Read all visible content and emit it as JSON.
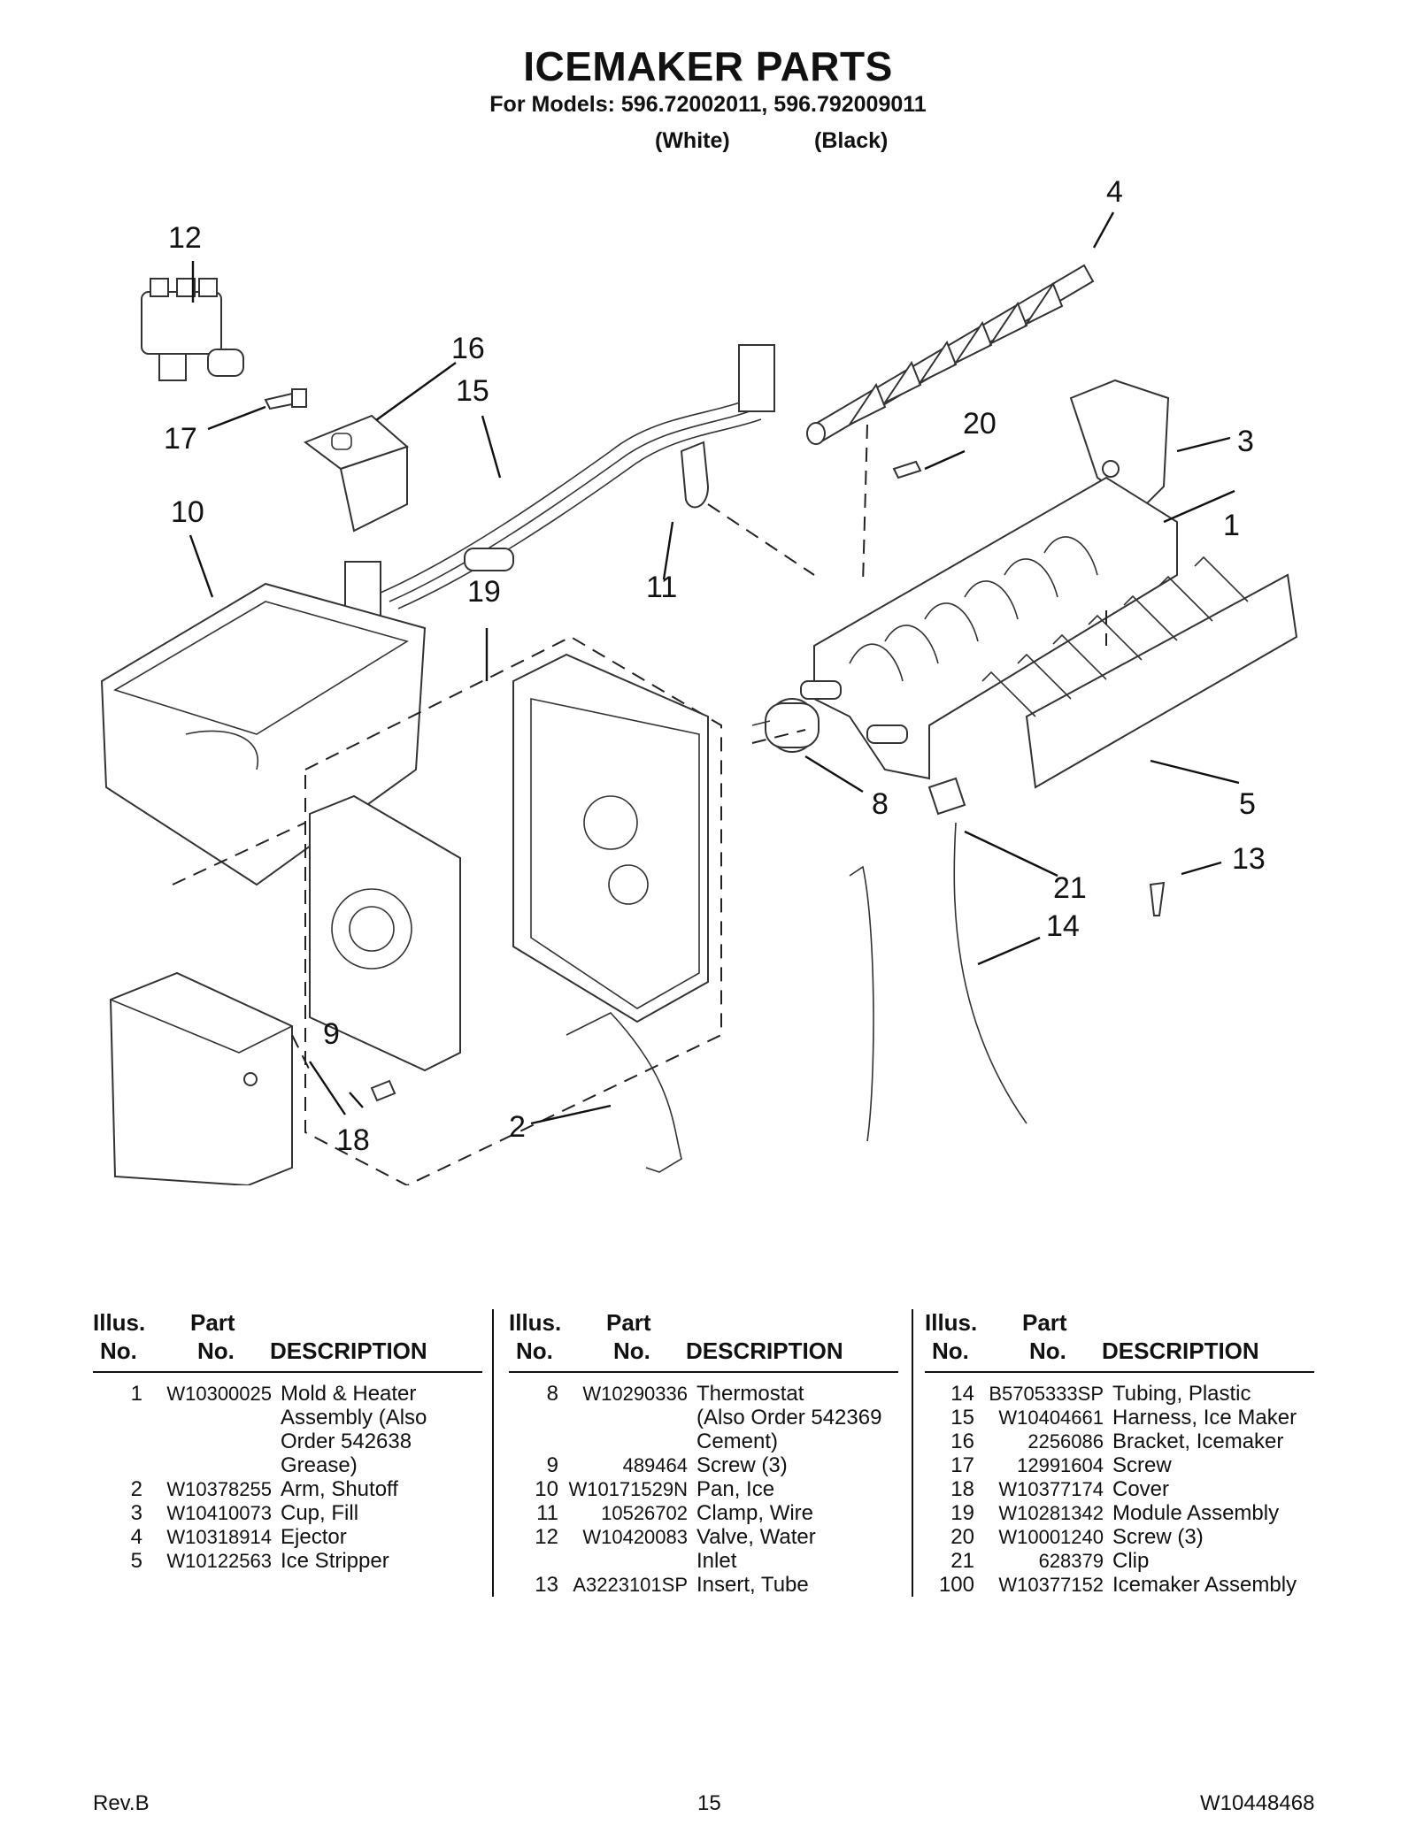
{
  "header": {
    "title": "ICEMAKER PARTS",
    "subtitle": "For Models: 596.72002011, 596.792009011",
    "variant_white": "(White)",
    "variant_black": "(Black)"
  },
  "callouts": [
    "1",
    "2",
    "3",
    "4",
    "5",
    "8",
    "9",
    "10",
    "11",
    "12",
    "13",
    "14",
    "15",
    "16",
    "17",
    "18",
    "19",
    "20",
    "21"
  ],
  "table": {
    "header": {
      "illus1": "Illus.",
      "illus2": "No.",
      "part1": "Part",
      "part2": "No.",
      "desc": "DESCRIPTION"
    },
    "columns": [
      [
        {
          "no": "1",
          "part": "W10300025",
          "desc": "Mold & Heater\nAssembly (Also\nOrder 542638\nGrease)"
        },
        {
          "no": "2",
          "part": "W10378255",
          "desc": "Arm, Shutoff"
        },
        {
          "no": "3",
          "part": "W10410073",
          "desc": "Cup, Fill"
        },
        {
          "no": "4",
          "part": "W10318914",
          "desc": "Ejector"
        },
        {
          "no": "5",
          "part": "W10122563",
          "desc": "Ice Stripper"
        }
      ],
      [
        {
          "no": "8",
          "part": "W10290336",
          "desc": "Thermostat\n(Also Order 542369\n Cement)"
        },
        {
          "no": "9",
          "part": "489464",
          "desc": "Screw (3)"
        },
        {
          "no": "10",
          "part": "W10171529N",
          "desc": "Pan, Ice"
        },
        {
          "no": "11",
          "part": "10526702",
          "desc": "Clamp, Wire"
        },
        {
          "no": "12",
          "part": "W10420083",
          "desc": "Valve, Water\nInlet"
        },
        {
          "no": "13",
          "part": "A3223101SP",
          "desc": "Insert, Tube"
        }
      ],
      [
        {
          "no": "14",
          "part": "B5705333SP",
          "desc": "Tubing, Plastic"
        },
        {
          "no": "15",
          "part": "W10404661",
          "desc": "Harness, Ice Maker"
        },
        {
          "no": "16",
          "part": "2256086",
          "desc": "Bracket, Icemaker"
        },
        {
          "no": "17",
          "part": "12991604",
          "desc": "Screw"
        },
        {
          "no": "18",
          "part": "W10377174",
          "desc": "Cover"
        },
        {
          "no": "19",
          "part": "W10281342",
          "desc": "Module Assembly"
        },
        {
          "no": "20",
          "part": "W10001240",
          "desc": "Screw (3)"
        },
        {
          "no": "21",
          "part": "628379",
          "desc": "Clip"
        },
        {
          "no": "100",
          "part": "W10377152",
          "desc": "Icemaker Assembly"
        }
      ]
    ]
  },
  "footer": {
    "rev": "Rev.B",
    "page": "15",
    "doc_number": "W10448468"
  }
}
